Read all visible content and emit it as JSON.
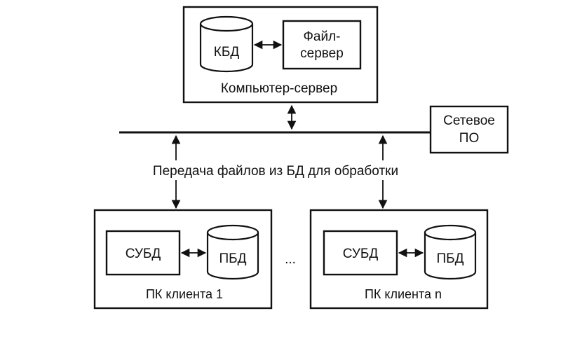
{
  "server": {
    "label": "Компьютер-сервер",
    "db": "КБД",
    "fileserver_line1": "Файл-",
    "fileserver_line2": "сервер"
  },
  "network_software": {
    "line1": "Сетевое",
    "line2": "ПО"
  },
  "transfer_label": "Передача файлов из БД для обработки",
  "clients": [
    {
      "label": "ПК клиента 1",
      "dbms": "СУБД",
      "db": "ПБД"
    },
    {
      "label": "ПК клиента n",
      "dbms": "СУБД",
      "db": "ПБД"
    }
  ],
  "ellipsis": "..."
}
